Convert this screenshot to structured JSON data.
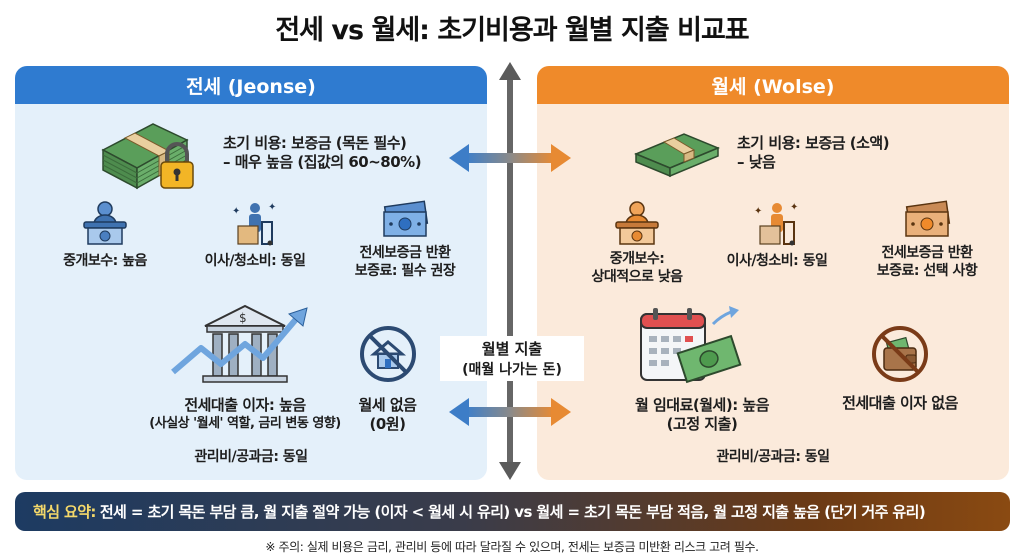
{
  "title": "전세 vs 월세: 초기비용과 월별 지출 비교표",
  "colors": {
    "jeonse_accent": "#2f7bd0",
    "jeonse_bg": "#e4f0fa",
    "wolse_accent": "#ef8a2a",
    "wolse_bg": "#fbeadb",
    "axis": "#5b5b5b",
    "summary_key": "#f4d86a"
  },
  "jeonse": {
    "header": "전세 (Jeonse)",
    "initial_cost": {
      "icon": "money-stack-lock-icon",
      "line1": "초기 비용: 보증금 (목돈 필수)",
      "line2": "– 매우 높음 (집값의 60~80%)"
    },
    "items": [
      {
        "icon": "broker-desk-icon",
        "line1": "중개보수: 높음",
        "line2": ""
      },
      {
        "icon": "mover-boxes-icon",
        "line1": "이사/청소비: 동일",
        "line2": ""
      },
      {
        "icon": "cash-bill-icon",
        "line1": "전세보증금 반환",
        "line2": "보증료: 필수 권장"
      }
    ],
    "monthly": [
      {
        "icon": "bank-rising-chart-icon",
        "line1": "전세대출 이자: 높음",
        "line2": "(사실상 '월세' 역할, 금리 변동 영향)"
      },
      {
        "icon": "no-house-icon",
        "line1": "월세 없음",
        "line2": "(0원)"
      }
    ],
    "footer": "관리비/공과금: 동일"
  },
  "wolse": {
    "header": "월세 (Wolse)",
    "initial_cost": {
      "icon": "money-stack-icon",
      "line1": "초기 비용: 보증금 (소액)",
      "line2": "– 낮음"
    },
    "items": [
      {
        "icon": "broker-desk-icon",
        "line1": "중개보수:",
        "line2": "상대적으로 낮음"
      },
      {
        "icon": "mover-boxes-icon",
        "line1": "이사/청소비: 동일",
        "line2": ""
      },
      {
        "icon": "cash-bill-icon",
        "line1": "전세보증금 반환",
        "line2": "보증료: 선택 사항"
      }
    ],
    "monthly": [
      {
        "icon": "calendar-money-icon",
        "line1": "월 임대료(월세): 높음",
        "line2": "(고정 지출)"
      },
      {
        "icon": "no-wallet-icon",
        "line1": "전세대출 이자 없음",
        "line2": ""
      }
    ],
    "footer": "관리비/공과금: 동일"
  },
  "center": {
    "label_line1": "월별 지출",
    "label_line2": "(매월 나가는 돈)"
  },
  "summary": {
    "key": "핵심 요약:",
    "text": "전세 = 초기 목돈 부담 큼, 월 지출 절약 가능 (이자 < 월세 시 유리) vs 월세 = 초기 목돈 부담 적음, 월 고정 지출 높음 (단기 거주 유리)"
  },
  "note": "※ 주의: 실제 비용은 금리, 관리비 등에 따라 달라질 수 있으며, 전세는 보증금 미반환 리스크 고려 필수."
}
